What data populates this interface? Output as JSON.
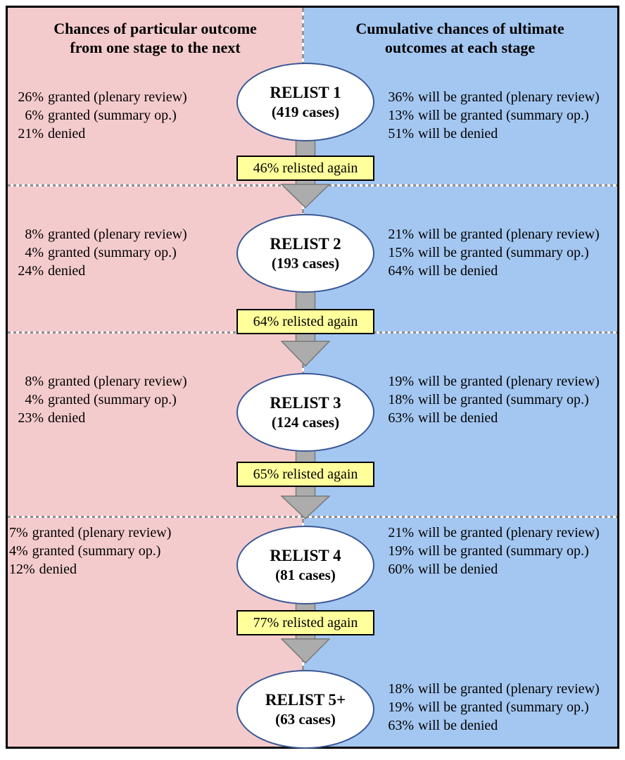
{
  "headers": {
    "left_line1": "Chances of particular outcome",
    "left_line2": "from one stage to the next",
    "right_line1": "Cumulative chances of ultimate",
    "right_line2": "outcomes at each stage"
  },
  "stages": [
    {
      "node_title": "RELIST 1",
      "node_subtitle": "(419 cases)",
      "left_lines": [
        {
          "pct": "26%",
          "text": "granted (plenary review)"
        },
        {
          "pct": "6%",
          "text": "granted (summary op.)"
        },
        {
          "pct": "21%",
          "text": "denied"
        }
      ],
      "right_lines": [
        {
          "pct": "36%",
          "text": "will be granted (plenary review)"
        },
        {
          "pct": "13%",
          "text": "will be granted (summary op.)"
        },
        {
          "pct": "51%",
          "text": "will be denied"
        }
      ],
      "arrow_label": "46% relisted again"
    },
    {
      "node_title": "RELIST 2",
      "node_subtitle": "(193 cases)",
      "left_lines": [
        {
          "pct": "8%",
          "text": "granted (plenary review)"
        },
        {
          "pct": "4%",
          "text": "granted (summary op.)"
        },
        {
          "pct": "24%",
          "text": "denied"
        }
      ],
      "right_lines": [
        {
          "pct": "21%",
          "text": "will be granted (plenary review)"
        },
        {
          "pct": "15%",
          "text": "will be granted (summary op.)"
        },
        {
          "pct": "64%",
          "text": "will be denied"
        }
      ],
      "arrow_label": "64% relisted again"
    },
    {
      "node_title": "RELIST 3",
      "node_subtitle": "(124 cases)",
      "left_lines": [
        {
          "pct": "8%",
          "text": "granted (plenary review)"
        },
        {
          "pct": "4%",
          "text": "granted (summary op.)"
        },
        {
          "pct": "23%",
          "text": "denied"
        }
      ],
      "right_lines": [
        {
          "pct": "19%",
          "text": "will be granted (plenary review)"
        },
        {
          "pct": "18%",
          "text": "will be granted (summary op.)"
        },
        {
          "pct": "63%",
          "text": "will be denied"
        }
      ],
      "arrow_label": "65% relisted again"
    },
    {
      "node_title": "RELIST 4",
      "node_subtitle": "(81 cases)",
      "left_lines": [
        {
          "pct": "7%",
          "text": "granted (plenary review)"
        },
        {
          "pct": "4%",
          "text": "granted (summary op.)"
        },
        {
          "pct": "12%",
          "text": "denied"
        }
      ],
      "right_lines": [
        {
          "pct": "21%",
          "text": "will be granted (plenary review)"
        },
        {
          "pct": "19%",
          "text": "will be granted (summary op.)"
        },
        {
          "pct": "60%",
          "text": "will be denied"
        }
      ],
      "arrow_label": "77% relisted again"
    },
    {
      "node_title": "RELIST 5+",
      "node_subtitle": "(63 cases)",
      "left_lines": [],
      "right_lines": [
        {
          "pct": "18%",
          "text": "will be granted (plenary review)"
        },
        {
          "pct": "19%",
          "text": "will be granted (summary op.)"
        },
        {
          "pct": "63%",
          "text": "will be denied"
        }
      ],
      "arrow_label": null
    }
  ],
  "colors": {
    "left_bg": "#F4CBCD",
    "right_bg": "#A4C7F1",
    "label_bg": "#FFFF9C",
    "node_border": "#3A5795",
    "arrow_fill": "#ACACAC",
    "arrow_stroke": "#787878"
  }
}
